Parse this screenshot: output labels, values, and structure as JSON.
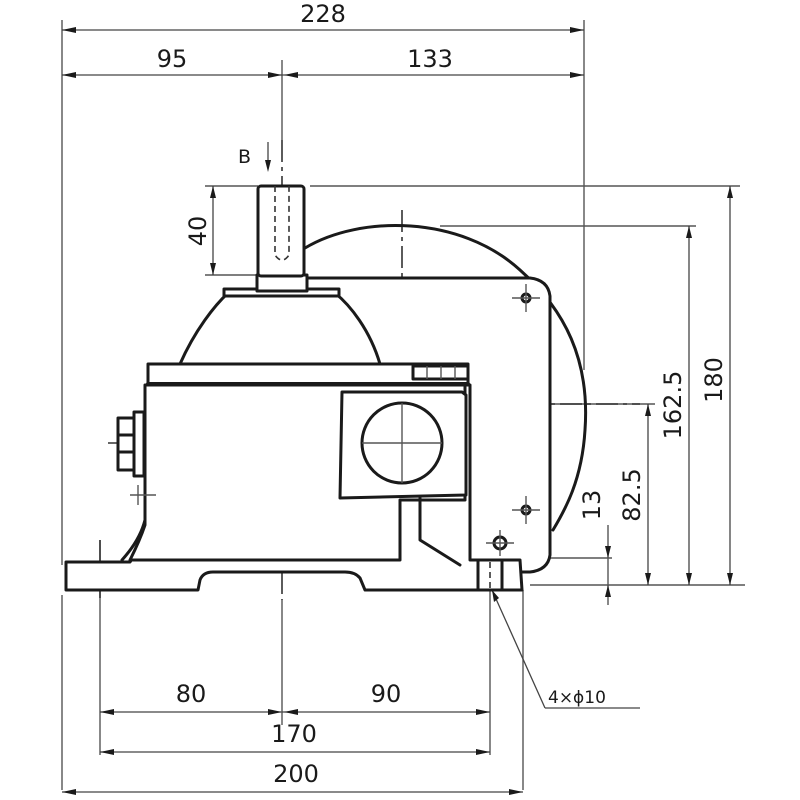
{
  "drawing": {
    "subject": "worm gear reducer side view",
    "colors": {
      "line": "#1a1a1a",
      "dim_line": "#444444",
      "background": "#ffffff"
    }
  },
  "dimensions": {
    "overall_width": "228",
    "left_to_shaft": "95",
    "shaft_to_right": "133",
    "shaft_length": "40",
    "view_marker": "B",
    "overall_height": "180",
    "output_height": "162.5",
    "input_shaft_height": "82.5",
    "base_thickness": "13",
    "base_left_to_center": "80",
    "center_to_right_hole": "90",
    "hole_pitch": "170",
    "base_length": "200",
    "holes_callout": "4×ϕ10"
  }
}
